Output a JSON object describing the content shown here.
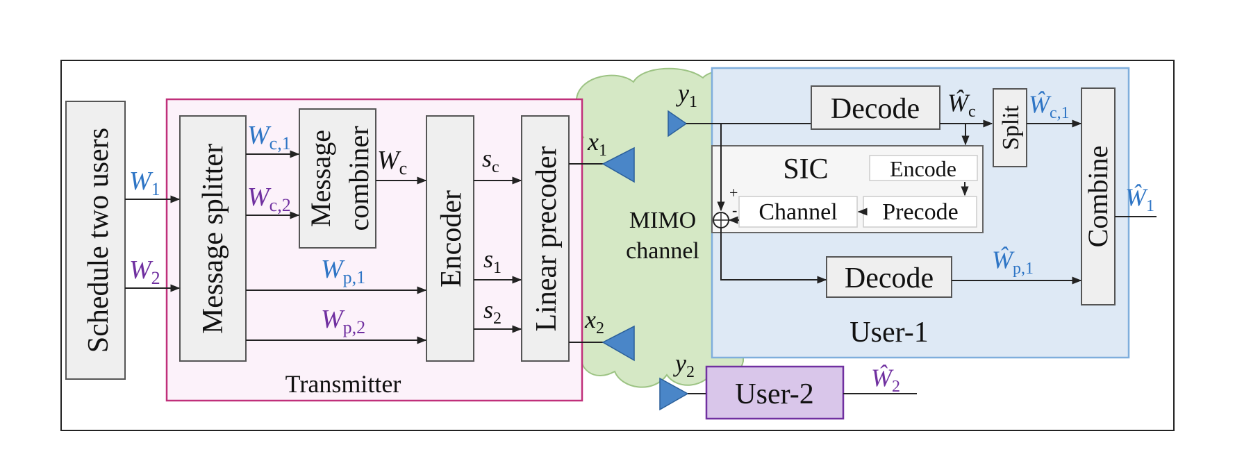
{
  "colors": {
    "blue": "#2E75C5",
    "purple": "#7030A0",
    "transmitter_border": "#C0307A",
    "transmitter_fill": "#FCF2FA",
    "user1_border": "#7FAEDC",
    "user1_fill": "#DEE9F5",
    "user2_border": "#7030A0",
    "user2_fill": "#D9C6EA",
    "cloud_fill": "#D5E8C5",
    "cloud_stroke": "#9CC383",
    "antenna": "#4A86C8",
    "block_fill": "#EFEFEF",
    "block_stroke": "#555555"
  },
  "blocks": {
    "schedule": "Schedule two users",
    "message_splitter": "Message splitter",
    "message_combiner_line1": "Message",
    "message_combiner_line2": "combiner",
    "encoder": "Encoder",
    "linear_precoder": "Linear precoder",
    "decode_common": "Decode",
    "split": "Split",
    "combine": "Combine",
    "sic": "SIC",
    "encode": "Encode",
    "precode": "Precode",
    "channel": "Channel",
    "decode_private": "Decode",
    "user2": "User-2"
  },
  "group_labels": {
    "transmitter": "Transmitter",
    "user1": "User-1",
    "mimo_line1": "MIMO",
    "mimo_line2": "channel"
  },
  "signals": {
    "w1": {
      "base": "W",
      "sub": "1"
    },
    "w2": {
      "base": "W",
      "sub": "2"
    },
    "wc1": {
      "base": "W",
      "sub": "c,1"
    },
    "wc2": {
      "base": "W",
      "sub": "c,2"
    },
    "wc": {
      "base": "W",
      "sub": "c"
    },
    "wp1": {
      "base": "W",
      "sub": "p,1"
    },
    "wp2": {
      "base": "W",
      "sub": "p,2"
    },
    "sc": {
      "base": "s",
      "sub": "c"
    },
    "s1": {
      "base": "s",
      "sub": "1"
    },
    "s2": {
      "base": "s",
      "sub": "2"
    },
    "x1": {
      "base": "x",
      "sub": "1"
    },
    "x2": {
      "base": "x",
      "sub": "2"
    },
    "y1": {
      "base": "y",
      "sub": "1"
    },
    "y2": {
      "base": "y",
      "sub": "2"
    },
    "wc_hat": {
      "base": "Ŵ",
      "sub": "c"
    },
    "wc1_hat": {
      "base": "Ŵ",
      "sub": "c,1"
    },
    "wp1_hat": {
      "base": "Ŵ",
      "sub": "p,1"
    },
    "w1_hat": {
      "base": "Ŵ",
      "sub": "1"
    },
    "w2_hat": {
      "base": "Ŵ",
      "sub": "2"
    }
  },
  "sic_signs": {
    "plus": "+",
    "minus": "-"
  }
}
